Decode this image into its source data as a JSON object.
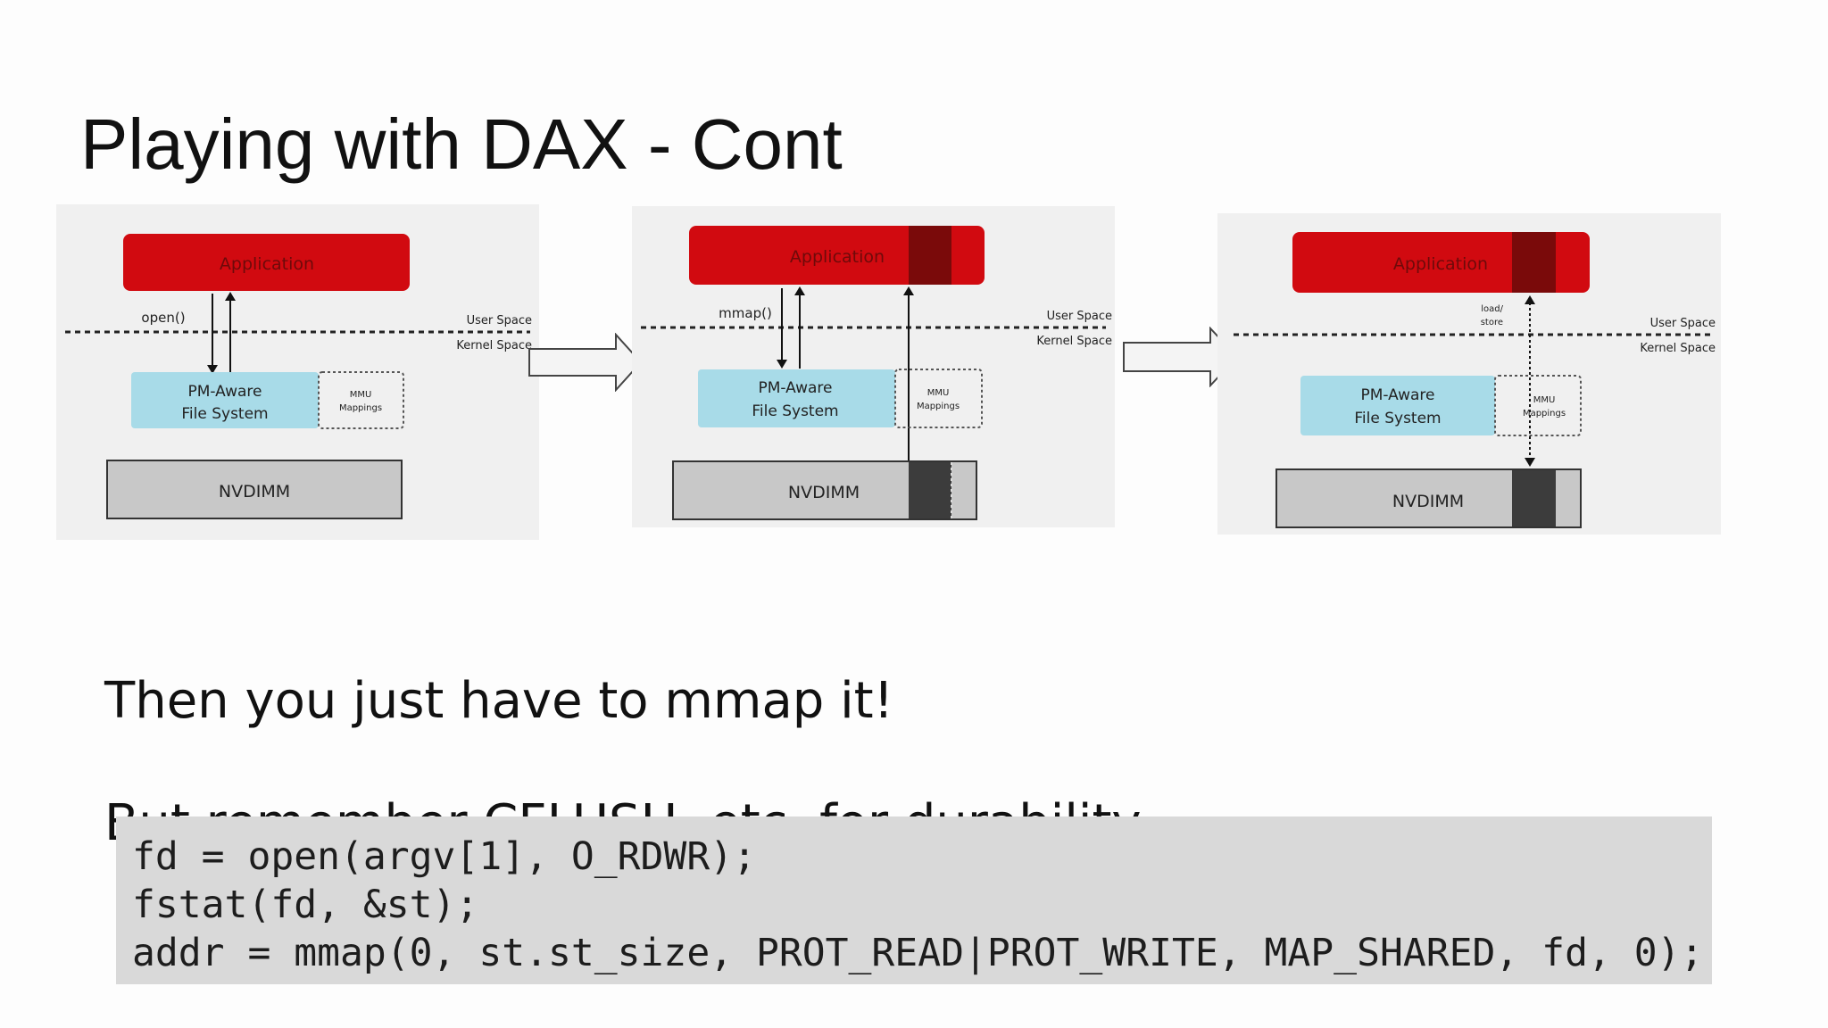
{
  "slide": {
    "title": "Playing with DAX - Cont",
    "text_line_1": "Then you just have to mmap it!",
    "text_line_2": "But remember CFLUSH, etc. for durability"
  },
  "diagrams": [
    {
      "app_label": "Application",
      "call_label": "open()",
      "user_space": "User Space",
      "kernel_space": "Kernel Space",
      "fs_line1": "PM-Aware",
      "fs_line2": "File System",
      "mmu_line1": "MMU",
      "mmu_line2": "Mappings",
      "nvdimm_label": "NVDIMM"
    },
    {
      "app_label": "Application",
      "call_label": "mmap()",
      "user_space": "User Space",
      "kernel_space": "Kernel Space",
      "fs_line1": "PM-Aware",
      "fs_line2": "File System",
      "mmu_line1": "MMU",
      "mmu_line2": "Mappings",
      "nvdimm_label": "NVDIMM"
    },
    {
      "app_label": "Application",
      "call_label_1": "load/",
      "call_label_2": "store",
      "user_space": "User Space",
      "kernel_space": "Kernel Space",
      "fs_line1": "PM-Aware",
      "fs_line2": "File System",
      "mmu_line1": "MMU",
      "mmu_line2": "Mappings",
      "nvdimm_label": "NVDIMM"
    }
  ],
  "code": [
    "fd = open(argv[1], O_RDWR);",
    "fstat(fd, &st);",
    "addr = mmap(0, st.st_size, PROT_READ|PROT_WRITE, MAP_SHARED, fd, 0);"
  ],
  "colors": {
    "application_red": "#d10a10",
    "application_dark": "#7a0a0a",
    "fs_blue": "#a8dbe8",
    "nvdimm_gray": "#c8c8c8",
    "nvdimm_dark": "#3c3c3c",
    "panel_bg": "#f0f0f0",
    "code_bg": "#d9d9d9"
  },
  "icons": [
    "right-arrow-icon",
    "right-arrow-icon"
  ]
}
